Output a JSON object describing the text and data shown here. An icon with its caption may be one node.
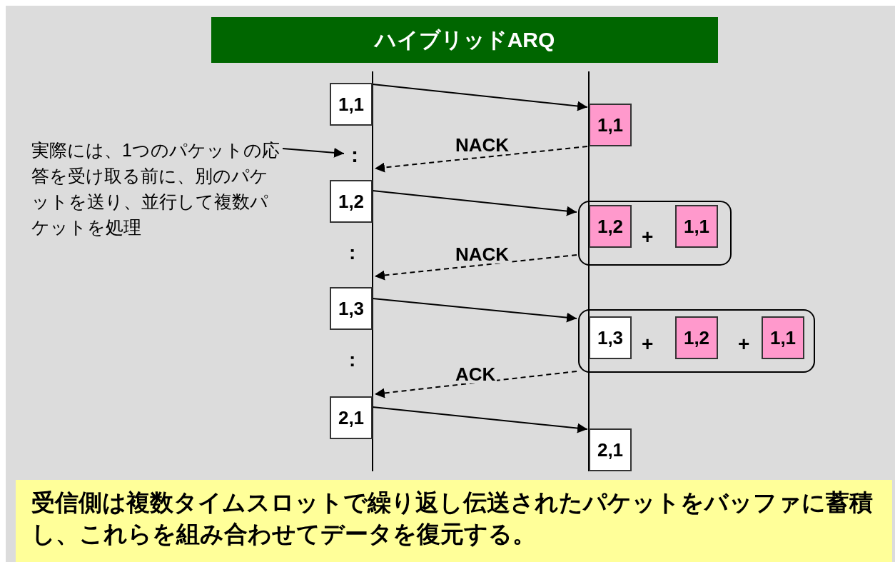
{
  "diagram": {
    "title": "ハイブリッドARQ",
    "caption": "受信側は複数タイムスロットで繰り返し伝送されたパケットをバッファに蓄積し、これらを組み合わせてデータを復元する。",
    "nodes": [
      {
        "text": [
          "1,1"
        ]
      },
      {
        "text": [
          "1,1"
        ]
      },
      {
        "text": [
          "実際には、1つのパケットの応答を受け取る前に、別のパケットを送り、並行して複数パケットを処理"
        ]
      },
      {
        "text": [
          ":"
        ]
      },
      {
        "text": [
          "1,2"
        ]
      },
      {
        "text": [],
        "shape": "box"
      },
      {
        "text": [
          "1,2"
        ],
        "in": 5
      },
      {
        "text": [
          "1,1"
        ],
        "in": 5
      },
      {
        "text": [
          "1,3"
        ]
      },
      {
        "text": [],
        "shape": "box"
      },
      {
        "text": [
          "1,3"
        ],
        "in": 9
      },
      {
        "text": [
          "1,2"
        ],
        "in": 9
      },
      {
        "text": [
          "1,1"
        ],
        "in": 9
      },
      {
        "text": [
          "2,1"
        ]
      },
      {
        "text": [
          "2,1"
        ]
      }
    ],
    "edges": [
      {
        "from": 0,
        "to": 1,
        "arrow": "to"
      },
      {
        "from": 2,
        "to": 3,
        "arrow": "to"
      },
      {
        "from": 1,
        "to": 3,
        "arrow": "to",
        "label": "NACK",
        "style": "dashed"
      },
      {
        "from": 4,
        "to": 5,
        "arrow": "to"
      },
      {
        "from": 5,
        "to": 8,
        "arrow": "to",
        "label": "NACK",
        "style": "dashed"
      },
      {
        "from": 8,
        "to": 9,
        "arrow": "to"
      },
      {
        "from": 9,
        "to": 13,
        "arrow": "to",
        "label": "ACK",
        "style": "dashed"
      },
      {
        "from": 13,
        "to": 14,
        "arrow": "to"
      }
    ],
    "labels": [
      "+",
      "+",
      "+",
      ":",
      ":"
    ]
  }
}
